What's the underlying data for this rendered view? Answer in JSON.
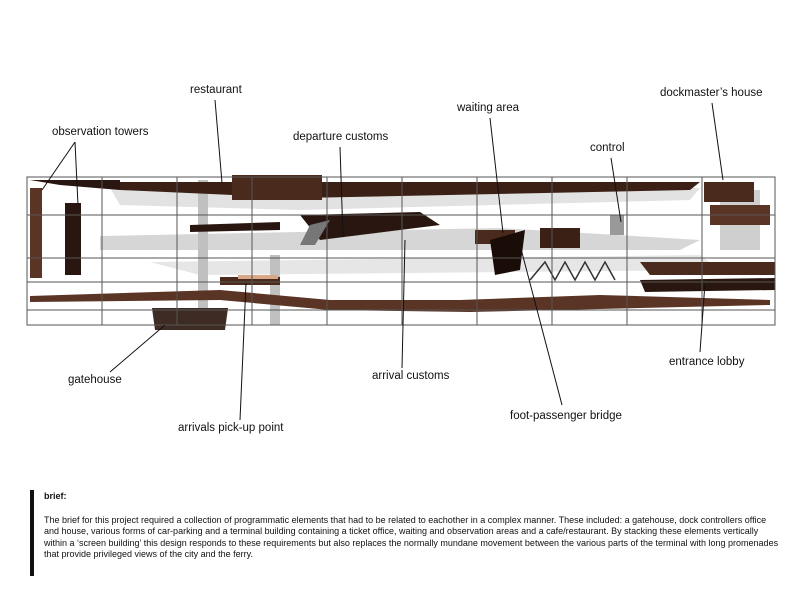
{
  "labels": {
    "restaurant": "restaurant",
    "observation_towers": "observation towers",
    "departure_customs": "departure customs",
    "waiting_area": "waiting area",
    "control": "control",
    "dockmasters_house": "dockmaster’s house",
    "gatehouse": "gatehouse",
    "arrivals_pickup": "arrivals pick-up point",
    "arrival_customs": "arrival customs",
    "foot_bridge": "foot-passenger bridge",
    "entrance_lobby": "entrance lobby"
  },
  "brief": {
    "title": "brief:",
    "text": "The brief for this project required a collection of programmatic elements that had to be related to eachother in a complex manner. These included: a gatehouse, dock controllers office and house, various forms of car-parking and a terminal building containing a ticket office, waiting and observation areas and a cafe/restaurant. By stacking these elements vertically within a ‘screen building’ this design responds to these requirements but also replaces the normally mundane movement between the various parts of the terminal with long promenades that provide privileged views of the city and the ferry."
  },
  "colors": {
    "brown": "#4a2a1c",
    "dark": "#2a1610",
    "grey": "#c8c8c8",
    "frame": "#555555"
  }
}
